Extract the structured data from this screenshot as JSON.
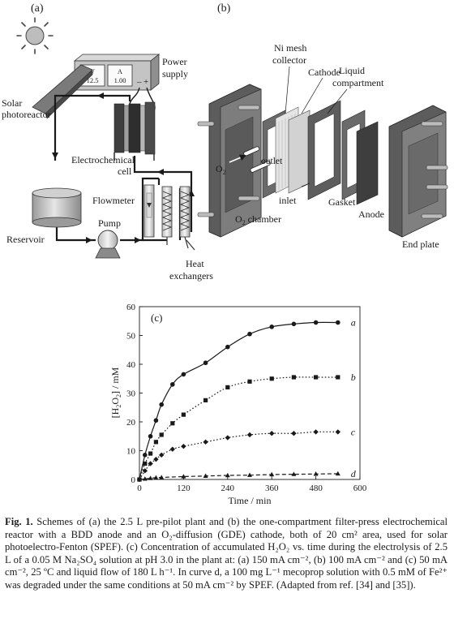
{
  "schemes": {
    "a": {
      "panel_label": "(a)",
      "power_supply_label_1": "Power",
      "power_supply_label_2": "supply",
      "meter_v_label": "V",
      "meter_v_value": "12.5",
      "meter_a_label": "A",
      "meter_a_value": "1.00",
      "minus": "–",
      "plus": "+",
      "solar_label_1": "Solar",
      "solar_label_2": "photoreactor",
      "cell_label_1": "Electrochemical",
      "cell_label_2": "cell",
      "flowmeter_label": "Flowmeter",
      "reservoir_label": "Reservoir",
      "pump_label": "Pump",
      "hx_label_1": "Heat",
      "hx_label_2": "exchangers"
    },
    "b": {
      "panel_label": "(b)",
      "ni_label_1": "Ni mesh",
      "ni_label_2": "collector",
      "cathode_label": "Cathode",
      "liquid_label_1": "Liquid",
      "liquid_label_2": "compartment",
      "o2_label": "O",
      "o2_sub": "2",
      "outlet_label": "outlet",
      "inlet_label": "inlet",
      "gasket_label": "Gasket",
      "anode_label": "Anode",
      "o2_chamber_label": "O",
      "o2_chamber_sub": "2",
      "o2_chamber_rest": " chamber",
      "end_plate_label": "End plate"
    }
  },
  "chart_data": {
    "type": "line",
    "panel_label": "(c)",
    "xlabel": "Time / min",
    "ylabel_main": "[H",
    "ylabel_sub1": "2",
    "ylabel_mid": "O",
    "ylabel_sub2": "2",
    "ylabel_end": "] / mM",
    "xlim": [
      0,
      600
    ],
    "ylim": [
      0,
      60
    ],
    "xticks": [
      0,
      120,
      240,
      360,
      480,
      600
    ],
    "yticks": [
      0,
      10,
      20,
      30,
      40,
      50,
      60
    ],
    "grid": false,
    "series": [
      {
        "name": "a",
        "marker": "circle",
        "line": "solid",
        "x": [
          0,
          15,
          30,
          45,
          60,
          90,
          120,
          180,
          240,
          300,
          360,
          420,
          480,
          540
        ],
        "y": [
          0,
          8.5,
          15,
          20.5,
          26,
          33,
          36.5,
          40.5,
          46,
          50.5,
          53,
          54,
          54.5,
          54.5
        ]
      },
      {
        "name": "b",
        "marker": "square",
        "line": "dotted",
        "x": [
          0,
          15,
          30,
          45,
          60,
          90,
          120,
          180,
          240,
          300,
          360,
          420,
          480,
          540
        ],
        "y": [
          0,
          5.5,
          9,
          13,
          15.5,
          19.5,
          22.5,
          27.5,
          32,
          34,
          35,
          35.5,
          35.5,
          35.5
        ]
      },
      {
        "name": "c",
        "marker": "diamond",
        "line": "dotted",
        "x": [
          0,
          15,
          30,
          45,
          60,
          90,
          120,
          180,
          240,
          300,
          360,
          420,
          480,
          540
        ],
        "y": [
          0,
          3,
          5.5,
          7,
          8.5,
          10.5,
          11.5,
          13,
          14.5,
          15.5,
          16,
          16,
          16.5,
          16.5
        ]
      },
      {
        "name": "d",
        "marker": "triangle",
        "line": "dashed",
        "x": [
          0,
          15,
          30,
          45,
          60,
          120,
          180,
          240,
          300,
          360,
          420,
          480,
          540
        ],
        "y": [
          0,
          0.2,
          0.4,
          0.6,
          0.7,
          1,
          1.2,
          1.4,
          1.5,
          1.7,
          1.8,
          1.9,
          2
        ]
      }
    ]
  },
  "caption": {
    "fig_label": "Fig. 1.",
    "text": " Schemes of (a) the 2.5 L pre-pilot plant and (b) the one-compartment filter-press electrochemical reactor with a BDD anode and an O₂-diffusion (GDE) cathode, both of 20 cm² area, used for solar photoelectro-Fenton (SPEF). (c) Concentration of accumulated H₂O₂ vs. time during the electrolysis of 2.5 L of a 0.05 M Na₂SO₄ solution at pH 3.0 in the plant at: (a) 150 mA cm⁻², (b) 100 mA cm⁻² and (c) 50 mA cm⁻², 25 ºC and liquid flow of 180 L h⁻¹. In curve d, a 100 mg L⁻¹ mecoprop solution with 0.5 mM of Fe²⁺ was degraded under the same conditions at 50 mA cm⁻² by SPEF. (Adapted from ref. [34] and [35])."
  }
}
